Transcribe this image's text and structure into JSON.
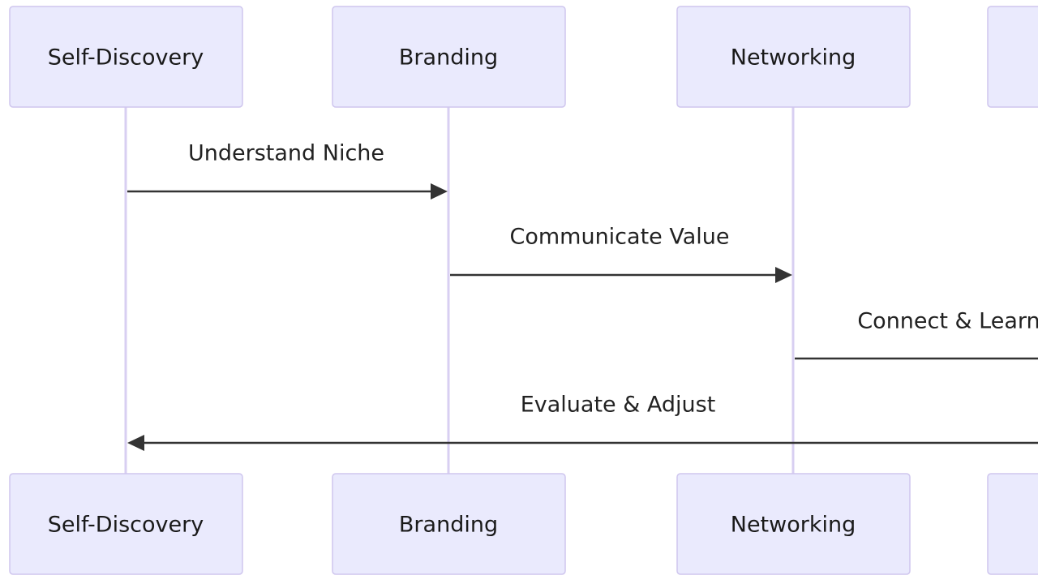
{
  "participants": [
    {
      "id": "self",
      "label": "Self-Discovery"
    },
    {
      "id": "brand",
      "label": "Branding"
    },
    {
      "id": "net",
      "label": "Networking"
    },
    {
      "id": "fourth",
      "label": ""
    }
  ],
  "messages": [
    {
      "from": 0,
      "to": 1,
      "label": "Understand Niche"
    },
    {
      "from": 1,
      "to": 2,
      "label": "Communicate Value"
    },
    {
      "from": 2,
      "to": 3,
      "label": "Connect & Learn"
    },
    {
      "from": 3,
      "to": 0,
      "label": "Evaluate & Adjust"
    }
  ],
  "colors": {
    "actor_fill": "#eaeafd",
    "actor_stroke": "#cfc6ee",
    "lifeline": "#d8cff2",
    "arrow": "#333333",
    "text": "#1a1a1a"
  }
}
